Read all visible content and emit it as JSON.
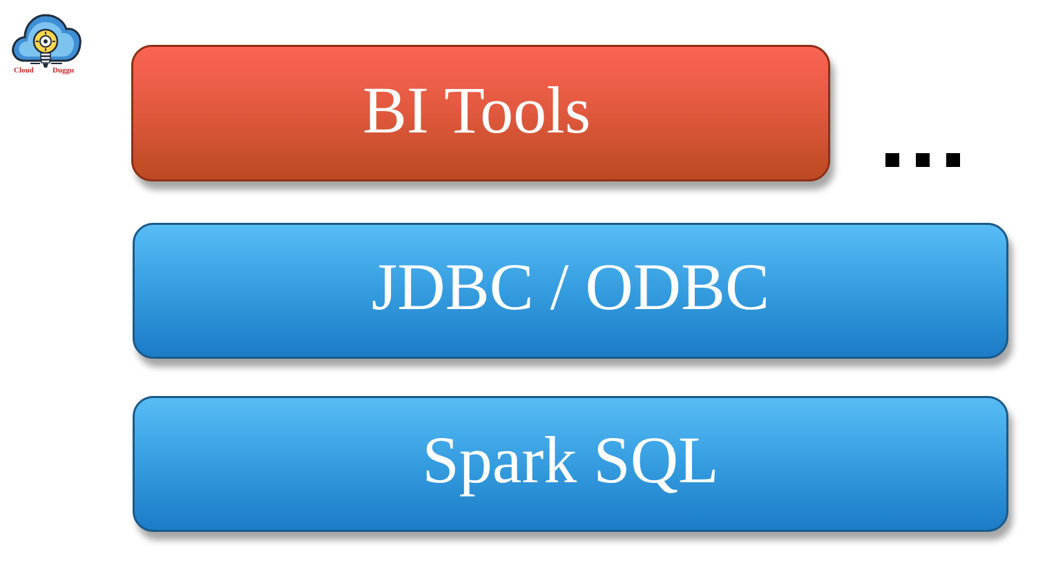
{
  "logo": {
    "left_text": "Cloud",
    "right_text": "Duggu"
  },
  "diagram": {
    "layers": [
      {
        "label": "BI Tools",
        "color": "#e35a40"
      },
      {
        "label": "JDBC / ODBC",
        "color": "#38a0e2"
      },
      {
        "label": "Spark SQL",
        "color": "#38a0e2"
      }
    ],
    "ellipsis": "..."
  }
}
